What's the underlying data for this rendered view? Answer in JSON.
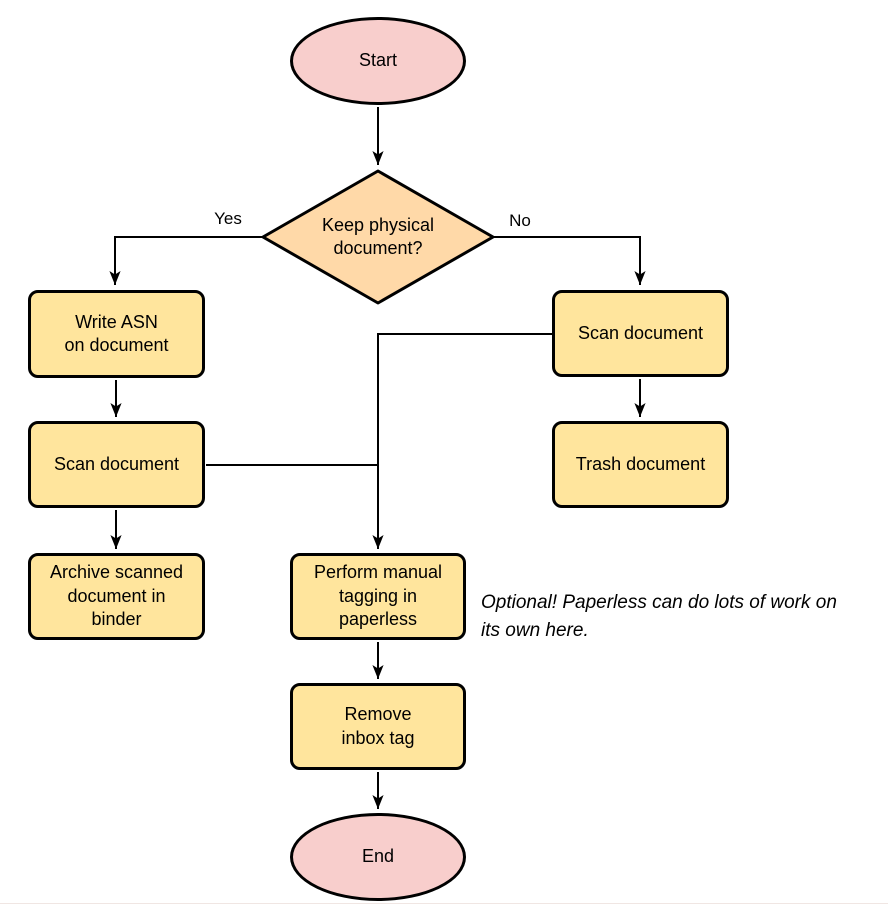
{
  "diagram": {
    "nodes": {
      "start": "Start",
      "decision": "Keep physical\ndocument?",
      "write_asn": "Write ASN\non document",
      "scan_left": "Scan document",
      "archive": "Archive scanned\ndocument in\nbinder",
      "scan_right": "Scan document",
      "trash": "Trash document",
      "tagging": "Perform manual\ntagging in\npaperless",
      "remove_inbox": "Remove\ninbox tag",
      "end": "End"
    },
    "edge_labels": {
      "yes": "Yes",
      "no": "No"
    },
    "note": "Optional! Paperless can do lots of work on\nits own here.",
    "colors": {
      "terminal_fill": "#f8cecc",
      "decision_fill": "#ffd9a8",
      "process_fill": "#ffe59d",
      "stroke": "#000000",
      "note_text": "#000000"
    }
  }
}
